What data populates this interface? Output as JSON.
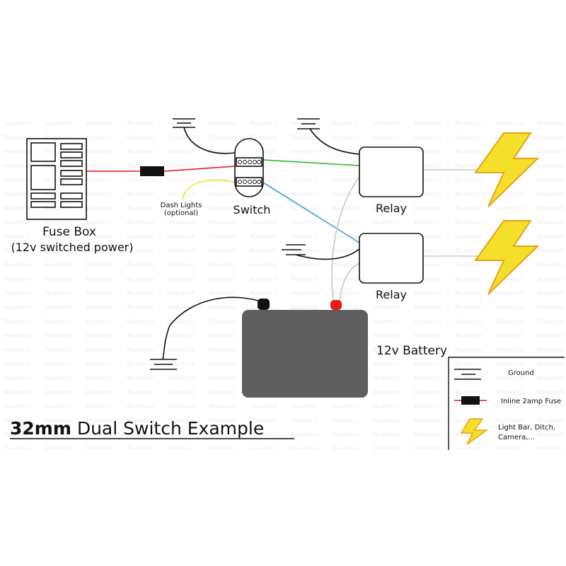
{
  "title": {
    "bold": "32mm",
    "rest": " Dual Switch Example"
  },
  "labels": {
    "fuse_box": "Fuse Box",
    "fuse_box_sub": "(12v switched power)",
    "dash_lights": "Dash Lights",
    "dash_lights_sub": "(optional)",
    "switch": "Switch",
    "relay_1": "Relay",
    "relay_2": "Relay",
    "battery": "12v Battery"
  },
  "legend": {
    "ground": "Ground",
    "fuse": "Inline 2amp Fuse",
    "load_line1": "Light Bar, Ditch,",
    "load_line2": "Camera,..."
  },
  "watermark": "iRoadtech",
  "colors": {
    "wire_red": "#e01c1c",
    "wire_green": "#2aba2a",
    "wire_blue": "#3aa0d8",
    "wire_yellow": "#f2e02a",
    "wire_gray": "#c8c8c8",
    "battery": "#5e5e5e",
    "terminal_pos": "#e81c1c",
    "bolt_fill": "#f4e02a",
    "bolt_stroke": "#e6a21a"
  },
  "icons": [
    "ground-symbol-icon",
    "inline-fuse-icon",
    "lightning-bolt-icon"
  ]
}
